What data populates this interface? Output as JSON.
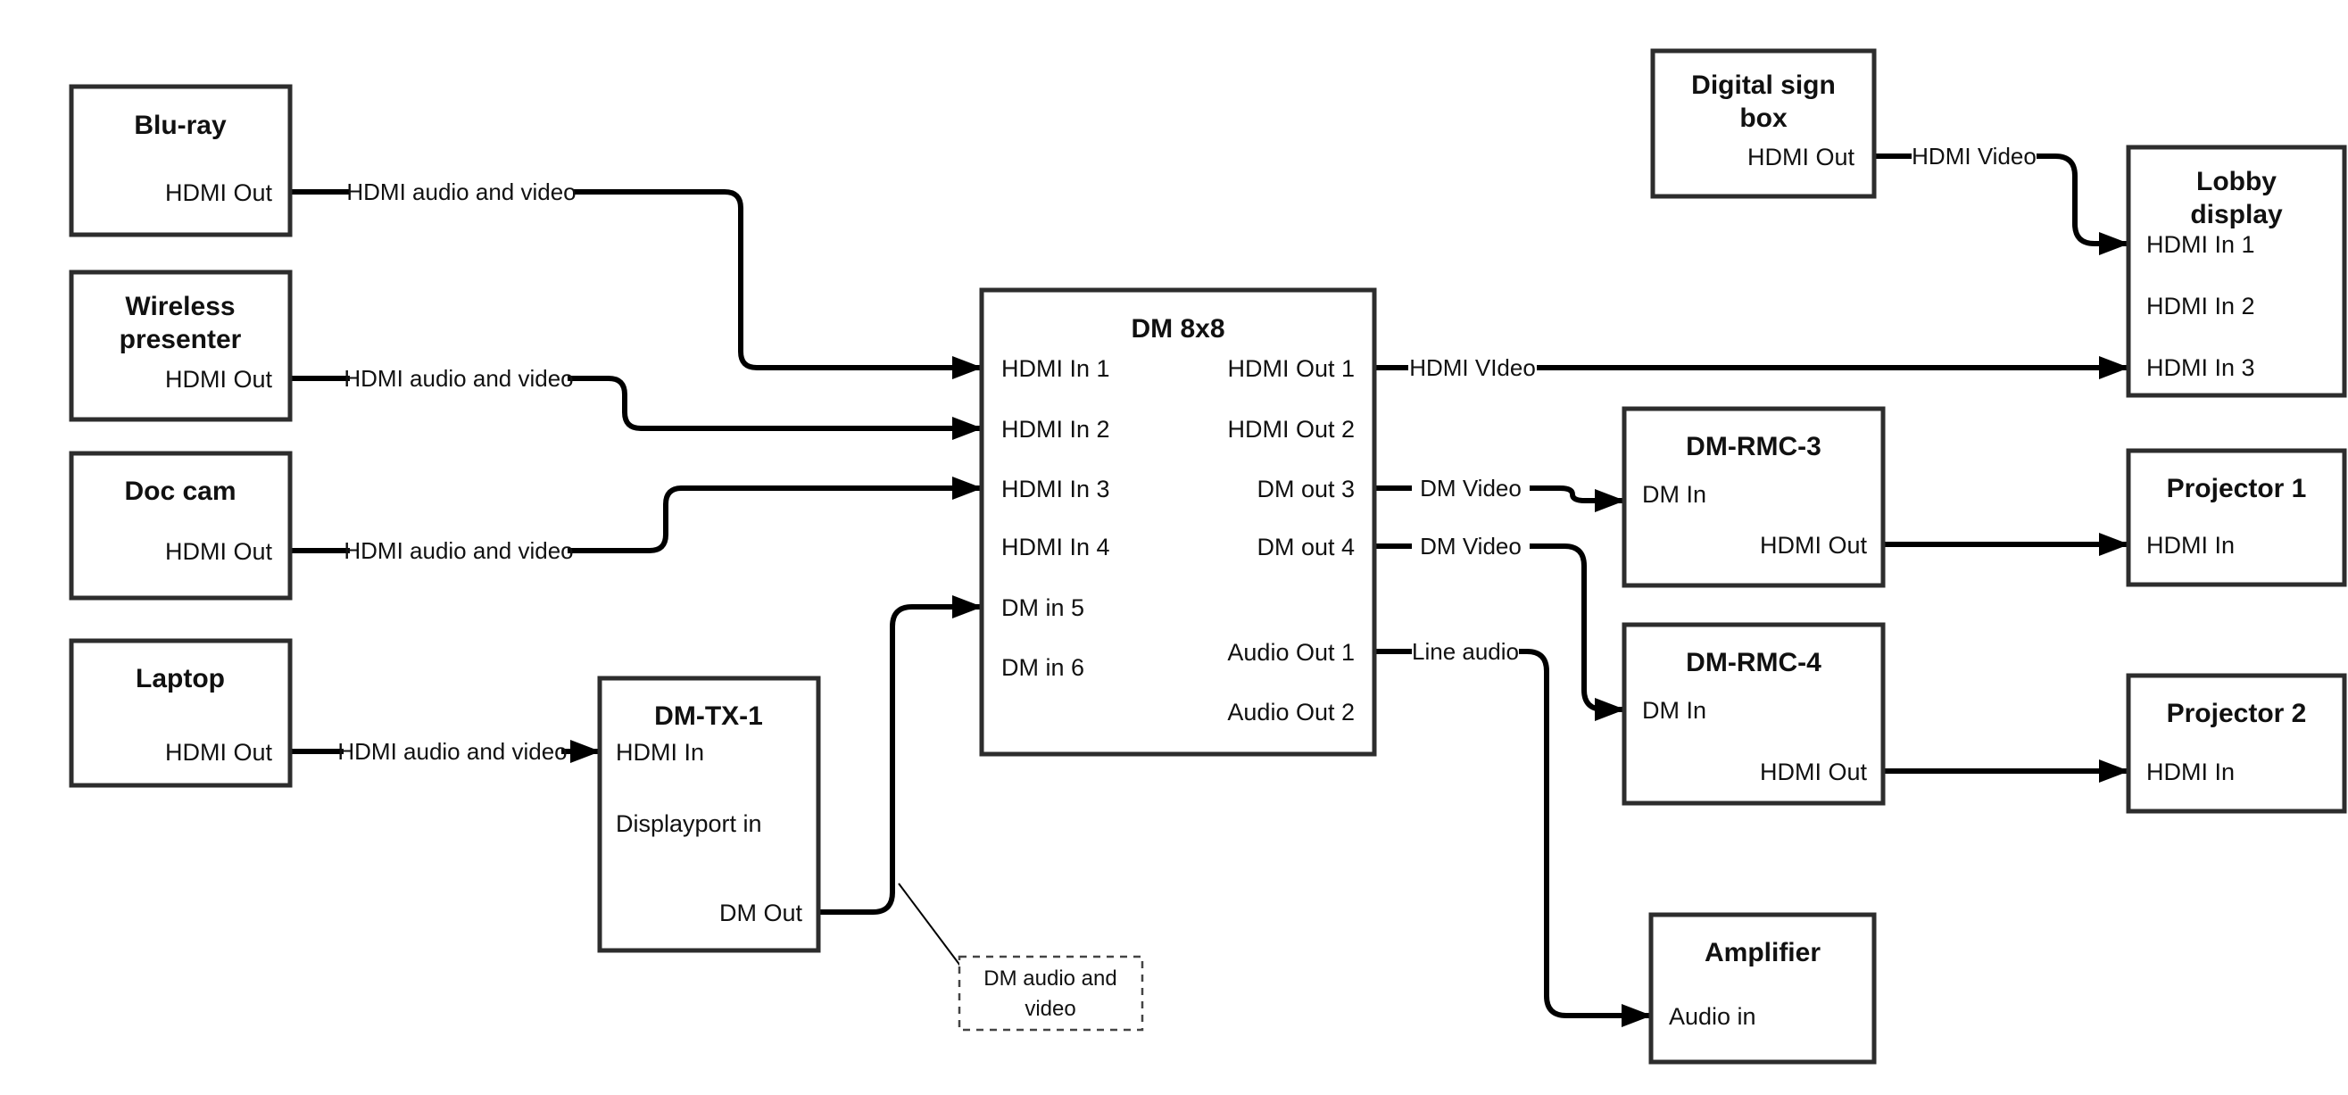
{
  "colors": {
    "background": "#ffffff",
    "box_border": "#2d2d2d",
    "wire": "#000000",
    "text": "#111111"
  },
  "nodes": {
    "bluray": {
      "title": "Blu-ray",
      "port_hdmi_out": "HDMI Out"
    },
    "wireless": {
      "title_line1": "Wireless",
      "title_line2": "presenter",
      "port_hdmi_out": "HDMI Out"
    },
    "doccam": {
      "title": "Doc cam",
      "port_hdmi_out": "HDMI Out"
    },
    "laptop": {
      "title": "Laptop",
      "port_hdmi_out": "HDMI Out"
    },
    "dmtx1": {
      "title": "DM-TX-1",
      "port_hdmi_in": "HDMI In",
      "port_displayport_in": "Displayport in",
      "port_dm_out": "DM Out"
    },
    "dm8x8": {
      "title": "DM 8x8",
      "port_hdmi_in_1": "HDMI In 1",
      "port_hdmi_in_2": "HDMI In 2",
      "port_hdmi_in_3": "HDMI In 3",
      "port_hdmi_in_4": "HDMI In 4",
      "port_dm_in_5": "DM in 5",
      "port_dm_in_6": "DM in 6",
      "port_hdmi_out_1": "HDMI Out 1",
      "port_hdmi_out_2": "HDMI Out 2",
      "port_dm_out_3": "DM out 3",
      "port_dm_out_4": "DM out 4",
      "port_audio_out_1": "Audio Out 1",
      "port_audio_out_2": "Audio Out 2"
    },
    "digital_sign": {
      "title_line1": "Digital sign",
      "title_line2": "box",
      "port_hdmi_out": "HDMI Out"
    },
    "lobby": {
      "title_line1": "Lobby",
      "title_line2": "display",
      "port_hdmi_in_1": "HDMI In 1",
      "port_hdmi_in_2": "HDMI In 2",
      "port_hdmi_in_3": "HDMI In 3"
    },
    "dmrmc3": {
      "title": "DM-RMC-3",
      "port_dm_in": "DM In",
      "port_hdmi_out": "HDMI Out"
    },
    "projector1": {
      "title": "Projector 1",
      "port_hdmi_in": "HDMI In"
    },
    "dmrmc4": {
      "title": "DM-RMC-4",
      "port_dm_in": "DM In",
      "port_hdmi_out": "HDMI Out"
    },
    "projector2": {
      "title": "Projector 2",
      "port_hdmi_in": "HDMI In"
    },
    "amplifier": {
      "title": "Amplifier",
      "port_audio_in": "Audio in"
    }
  },
  "edge_labels": {
    "bluray_line": "HDMI audio and video",
    "wireless_line": "HDMI audio and video",
    "doccam_line": "HDMI audio and video",
    "laptop_line": "HDMI audio and video",
    "hdmi_out1_line": "HDMI VIdeo",
    "dm_out3_line": "DM Video",
    "dm_out4_line": "DM Video",
    "audio_out1_line": "Line audio",
    "digital_sign_line": "HDMI Video"
  },
  "callout": {
    "line1": "DM audio and",
    "line2": "video"
  }
}
